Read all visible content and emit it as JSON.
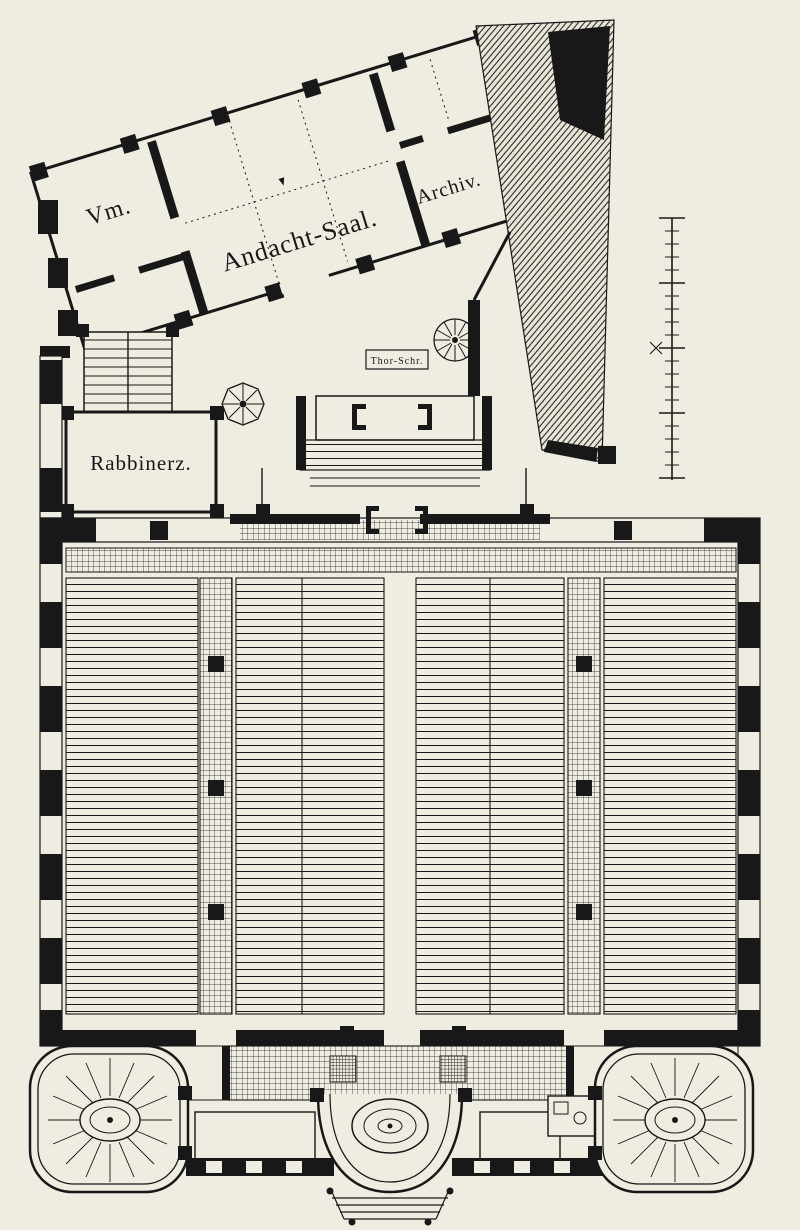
{
  "labels": {
    "vm": "Vm.",
    "andacht_saal": "Andacht-Saal.",
    "archiv": "Archiv.",
    "rabbinerz": "Rabbinerz.",
    "thor_schrein": "Thor-Schr."
  },
  "colors": {
    "paper": "#efece2",
    "ink": "#181818"
  }
}
